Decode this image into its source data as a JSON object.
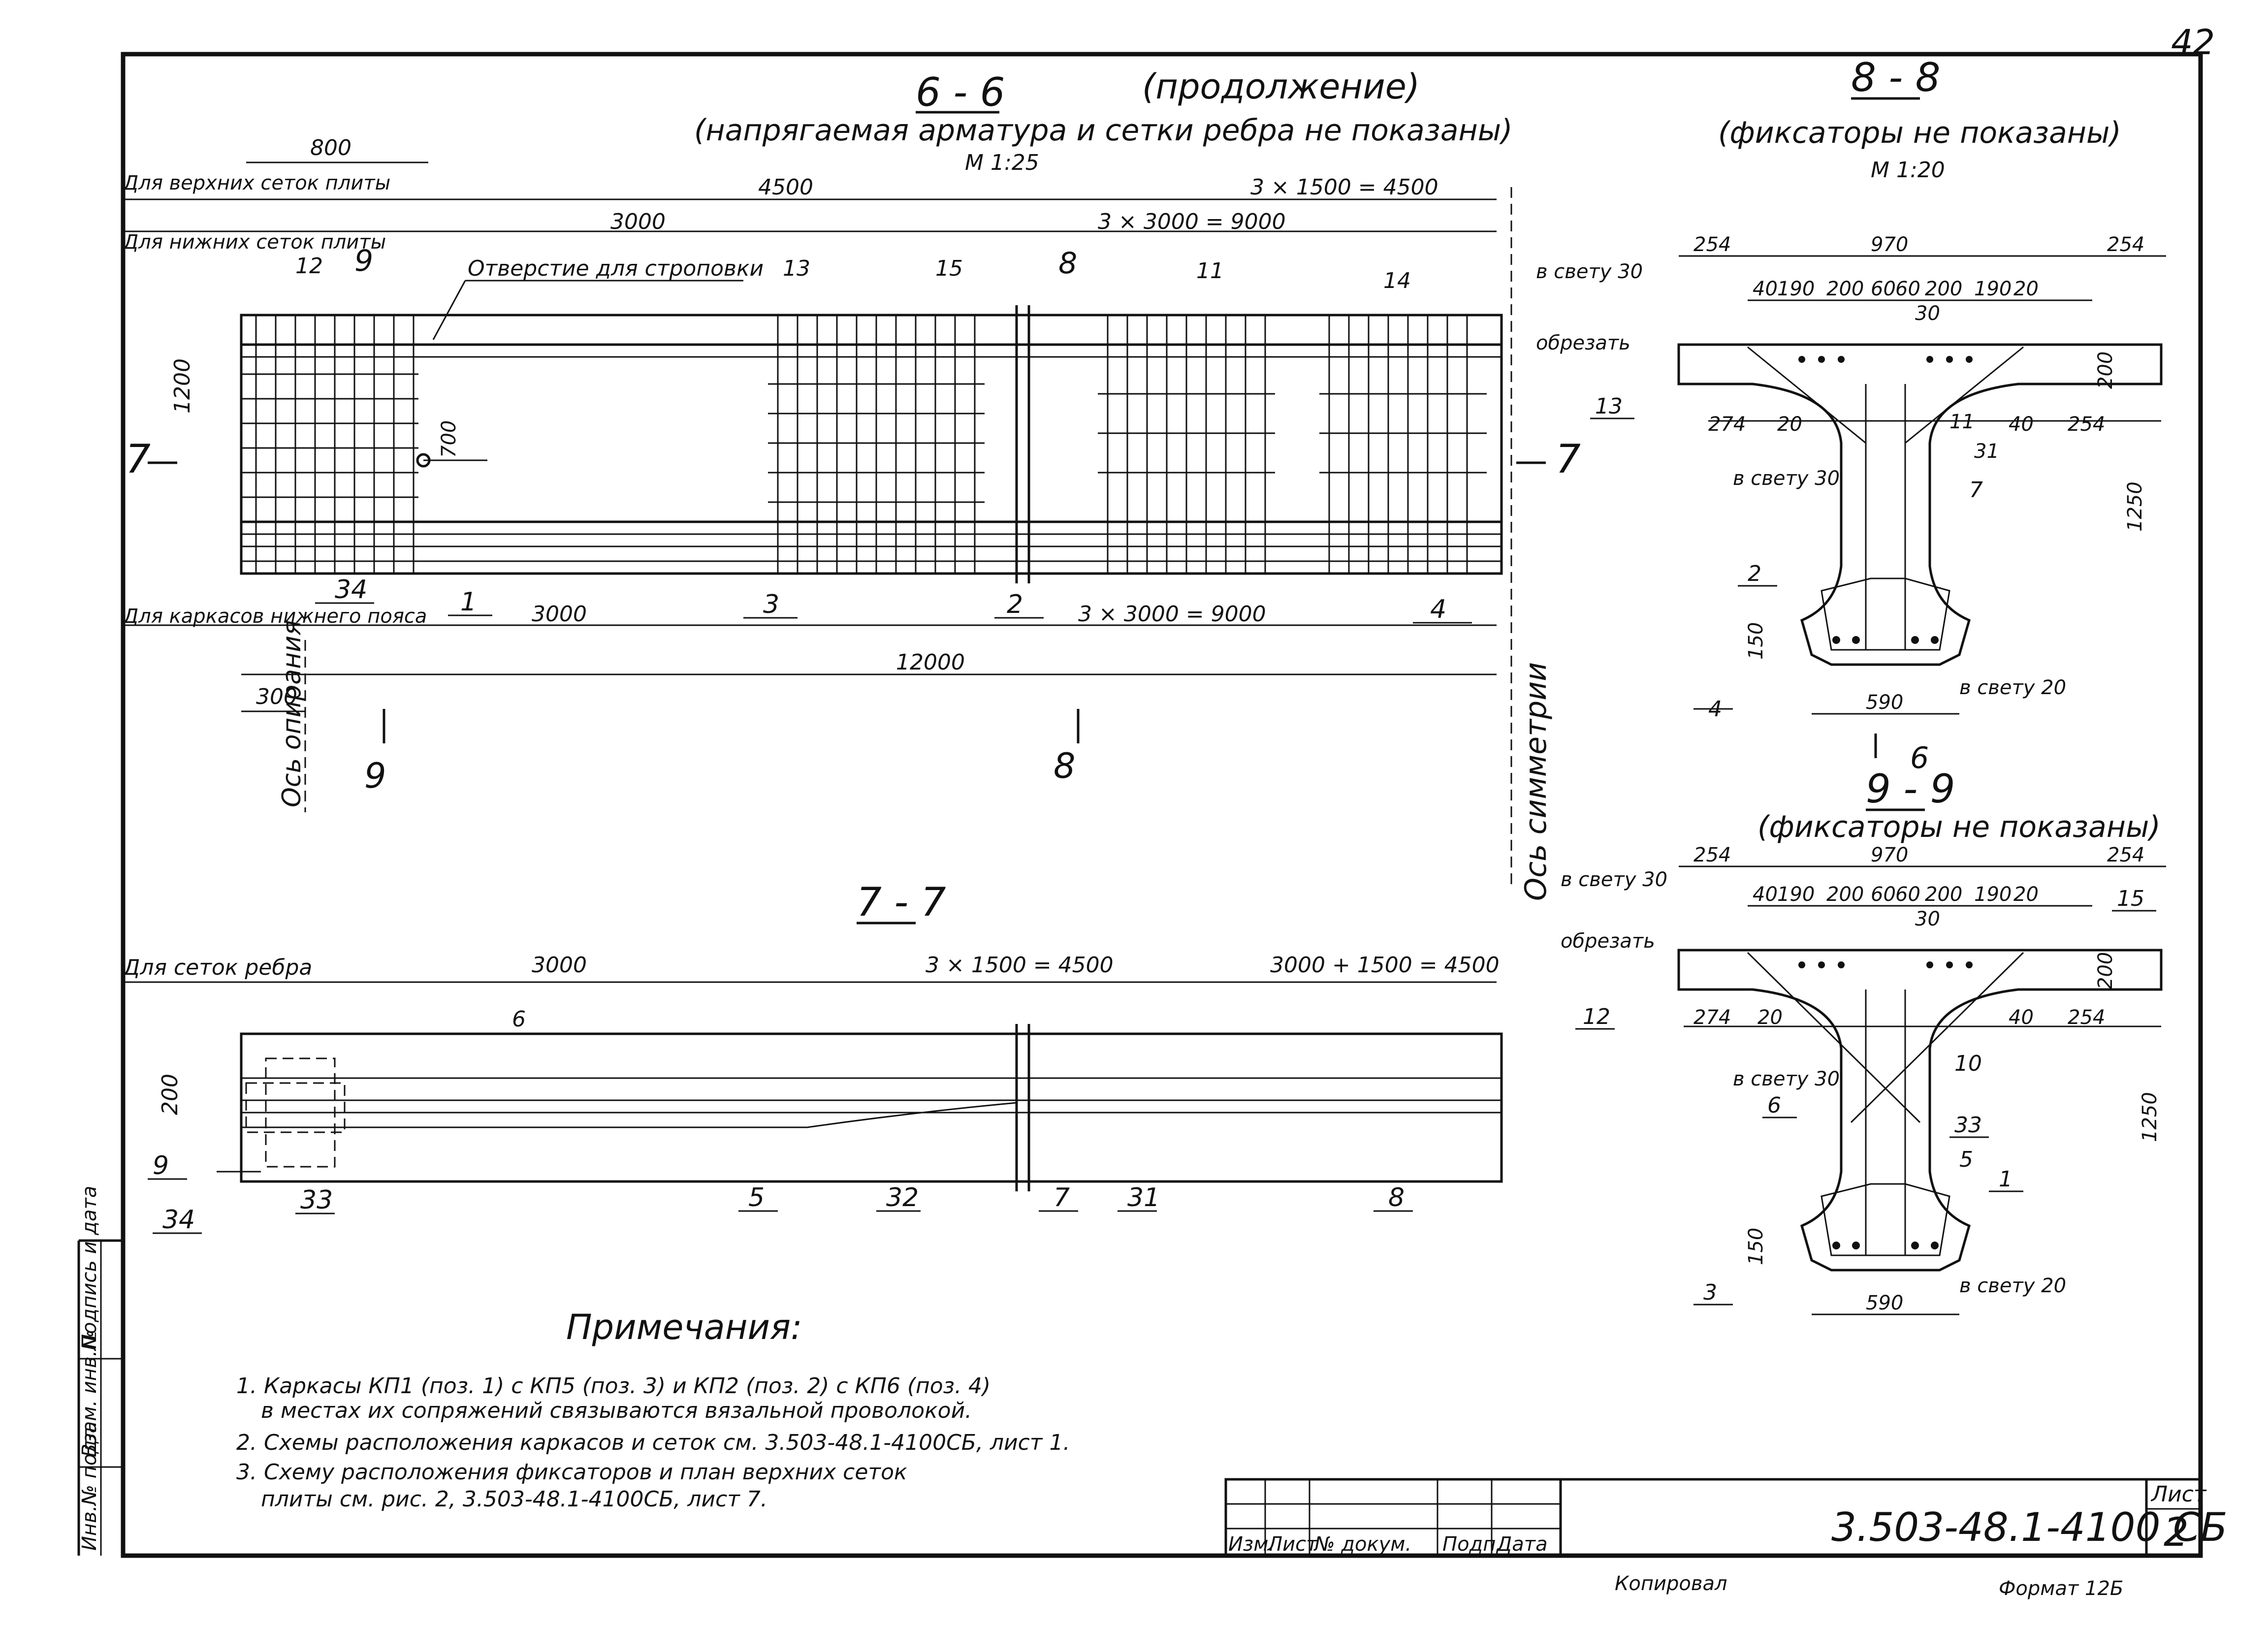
{
  "sheet": {
    "number": "42",
    "doc_code": "3.503-48.1-4100 СБ",
    "list_label": "Лист",
    "list_number": "2",
    "stamp_cols": [
      "Изм.",
      "Лист",
      "№ докум.",
      "Подп.",
      "Дата"
    ],
    "footer_left": "Копировал",
    "footer_right": "Формат 12Б",
    "side_labels": [
      "Инв.№ подл.",
      "Подпись и дата",
      "Взам. инв.№"
    ]
  },
  "view_6_6": {
    "title": "6 - 6",
    "title_suffix": "(продолжение)",
    "subtitle": "(напрягаемая арматура и сетки ребра не показаны)",
    "scale": "М 1:25",
    "row_labels": [
      "Для верхних сеток плиты",
      "Для нижних сеток плиты",
      "Для каркасов нижнего пояса"
    ],
    "dims": [
      "800",
      "4500",
      "3 × 1500 = 4500",
      "3000",
      "3 × 3000 = 9000",
      "3000",
      "3 × 3000 = 9000",
      "12000",
      "300",
      "1200",
      "700"
    ],
    "callouts": [
      "Отверстие для строповки",
      "12",
      "9",
      "13",
      "15",
      "8",
      "11",
      "14",
      "34",
      "1",
      "3",
      "2",
      "4"
    ],
    "section_marks": [
      "7",
      "7",
      "9",
      "8",
      "8",
      "9"
    ],
    "axis_support": "Ось опирания",
    "axis_symmetry": "Ось симметрии"
  },
  "view_7_7": {
    "title": "7 - 7",
    "row_label": "Для сеток ребра",
    "dims": [
      "3000",
      "3 × 1500 = 4500",
      "3000 + 1500 = 4500",
      "200"
    ],
    "callouts": [
      "6",
      "9",
      "34",
      "33",
      "5",
      "32",
      "7",
      "31",
      "8"
    ]
  },
  "view_8_8": {
    "title": "8 - 8",
    "subtitle": "(фиксаторы не показаны)",
    "scale": "М 1:20",
    "dims": [
      "254",
      "970",
      "254",
      "40",
      "190",
      "200",
      "60",
      "60",
      "200",
      "190",
      "20",
      "30",
      "274",
      "20",
      "40",
      "254",
      "200",
      "1250",
      "150",
      "590"
    ],
    "labels": [
      "в свету 30",
      "обрезать",
      "в свету 30",
      "в свету 20"
    ],
    "callouts": [
      "13",
      "11",
      "31",
      "7",
      "2",
      "4"
    ],
    "section_mark": "6"
  },
  "view_9_9": {
    "title": "9 - 9",
    "subtitle": "(фиксаторы не показаны)",
    "dims": [
      "254",
      "970",
      "254",
      "40",
      "190",
      "200",
      "60",
      "60",
      "200",
      "190",
      "20",
      "30",
      "274",
      "20",
      "40",
      "254",
      "200",
      "1250",
      "150",
      "590"
    ],
    "labels": [
      "в свету 30",
      "обрезать",
      "в свету 30",
      "в свету 20"
    ],
    "callouts": [
      "15",
      "12",
      "10",
      "33",
      "6",
      "5",
      "1",
      "3"
    ]
  },
  "notes": {
    "heading": "Примечания:",
    "items": [
      "1. Каркасы КП1 (поз. 1) с КП5 (поз. 3) и КП2 (поз. 2) с КП6 (поз. 4)",
      "в местах их сопряжений связываются вязальной проволокой.",
      "2. Схемы расположения каркасов и сеток см. 3.503-48.1-4100СБ, лист 1.",
      "3. Схему расположения фиксаторов и план верхних сеток",
      "плиты см. рис. 2, 3.503-48.1-4100СБ, лист 7."
    ]
  }
}
